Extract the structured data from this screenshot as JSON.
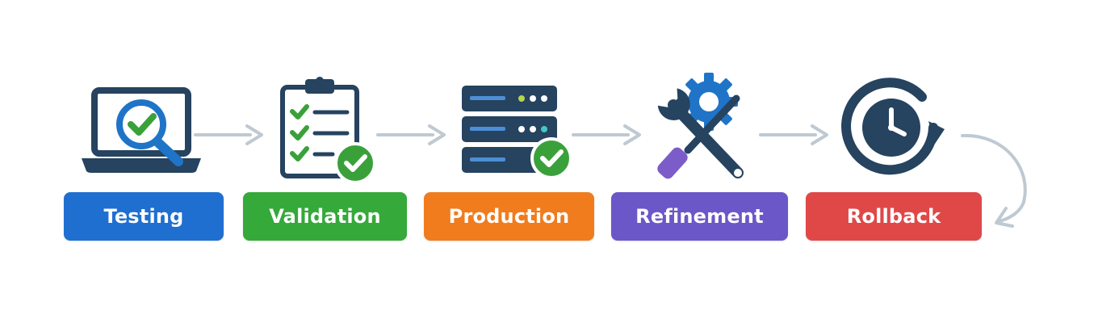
{
  "stages": [
    {
      "label": "Testing",
      "icon": "laptop-magnifier-check-icon",
      "color": "#1f6fd1"
    },
    {
      "label": "Validation",
      "icon": "clipboard-checklist-icon",
      "color": "#35a93a"
    },
    {
      "label": "Production",
      "icon": "server-stack-check-icon",
      "color": "#f07c1e"
    },
    {
      "label": "Refinement",
      "icon": "wrench-screwdriver-gear-icon",
      "color": "#6b57c8"
    },
    {
      "label": "Rollback",
      "icon": "clock-rotate-icon",
      "color": "#e04848"
    }
  ],
  "colors": {
    "icon_dark": "#26435f",
    "icon_check_green": "#3aa13a",
    "icon_blue": "#1f74c8",
    "icon_purple": "#7b5cc9",
    "arrow": "#bfc9d2"
  }
}
